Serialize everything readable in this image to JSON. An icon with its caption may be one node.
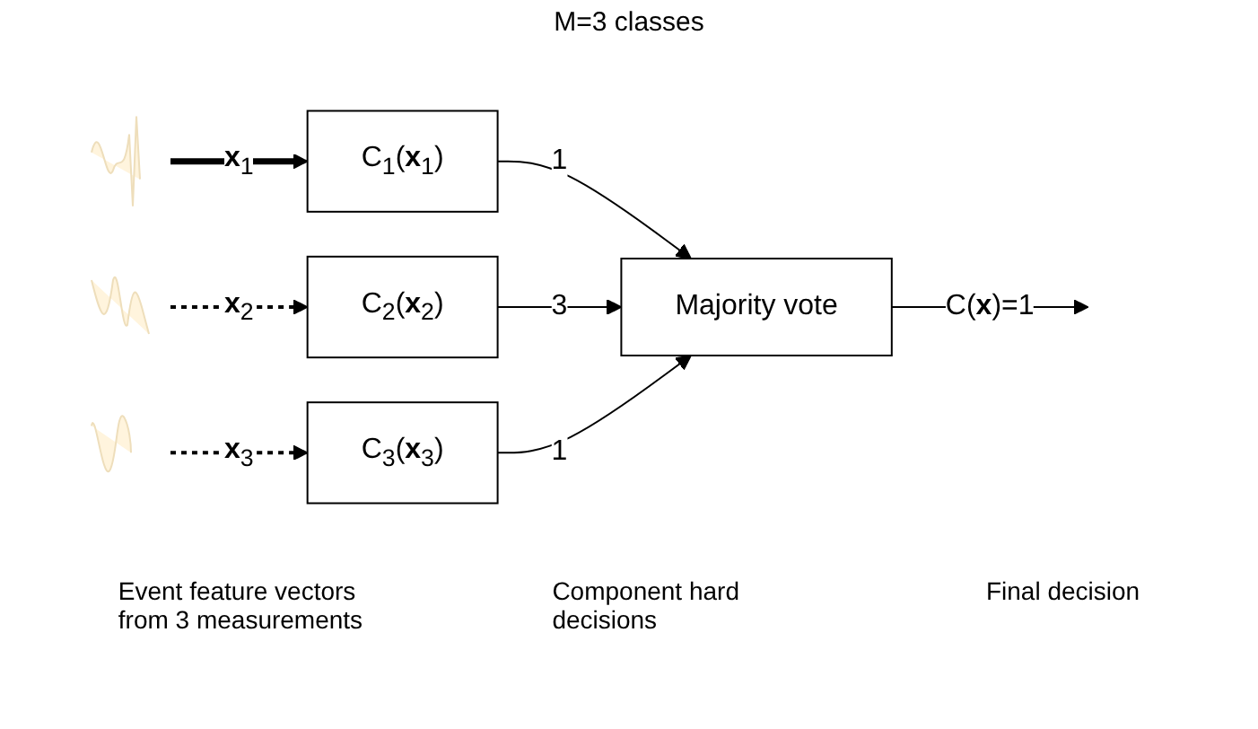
{
  "diagram": {
    "title": "M=3 classes",
    "nodes": [
      {
        "text": [],
        "shape": "picture"
      },
      {
        "text": [],
        "shape": "picture"
      },
      {
        "text": [],
        "shape": "picture"
      },
      {
        "text": [
          "C$_{1}$(**x**$_{1}$)"
        ]
      },
      {
        "text": [
          "C$_{2}$(**x**$_{2}$)"
        ]
      },
      {
        "text": [
          "C$_{3}$(**x**$_{3}$)"
        ]
      },
      {
        "text": [
          "Majority vote"
        ]
      }
    ],
    "edges": [
      {
        "from": 0,
        "to": 3,
        "arrow": "to",
        "label": "**x**$_{1}$",
        "style": "thick"
      },
      {
        "from": 1,
        "to": 4,
        "arrow": "to",
        "label": "**x**$_{2}$",
        "style": "dashed"
      },
      {
        "from": 2,
        "to": 5,
        "arrow": "to",
        "label": "**x**$_{3}$",
        "style": "dashed"
      },
      {
        "from": 3,
        "to": 6,
        "arrow": "to",
        "label": "1"
      },
      {
        "from": 4,
        "to": 6,
        "arrow": "to",
        "label": "3"
      },
      {
        "from": 5,
        "to": 6,
        "arrow": "to",
        "label": "1"
      },
      {
        "from": 6,
        "to": null,
        "arrow": "to",
        "label": "C(**x**)=1"
      }
    ],
    "labels": [
      "Event feature vectors from 3 measurements",
      "Component hard decisions",
      "Final decision"
    ]
  }
}
